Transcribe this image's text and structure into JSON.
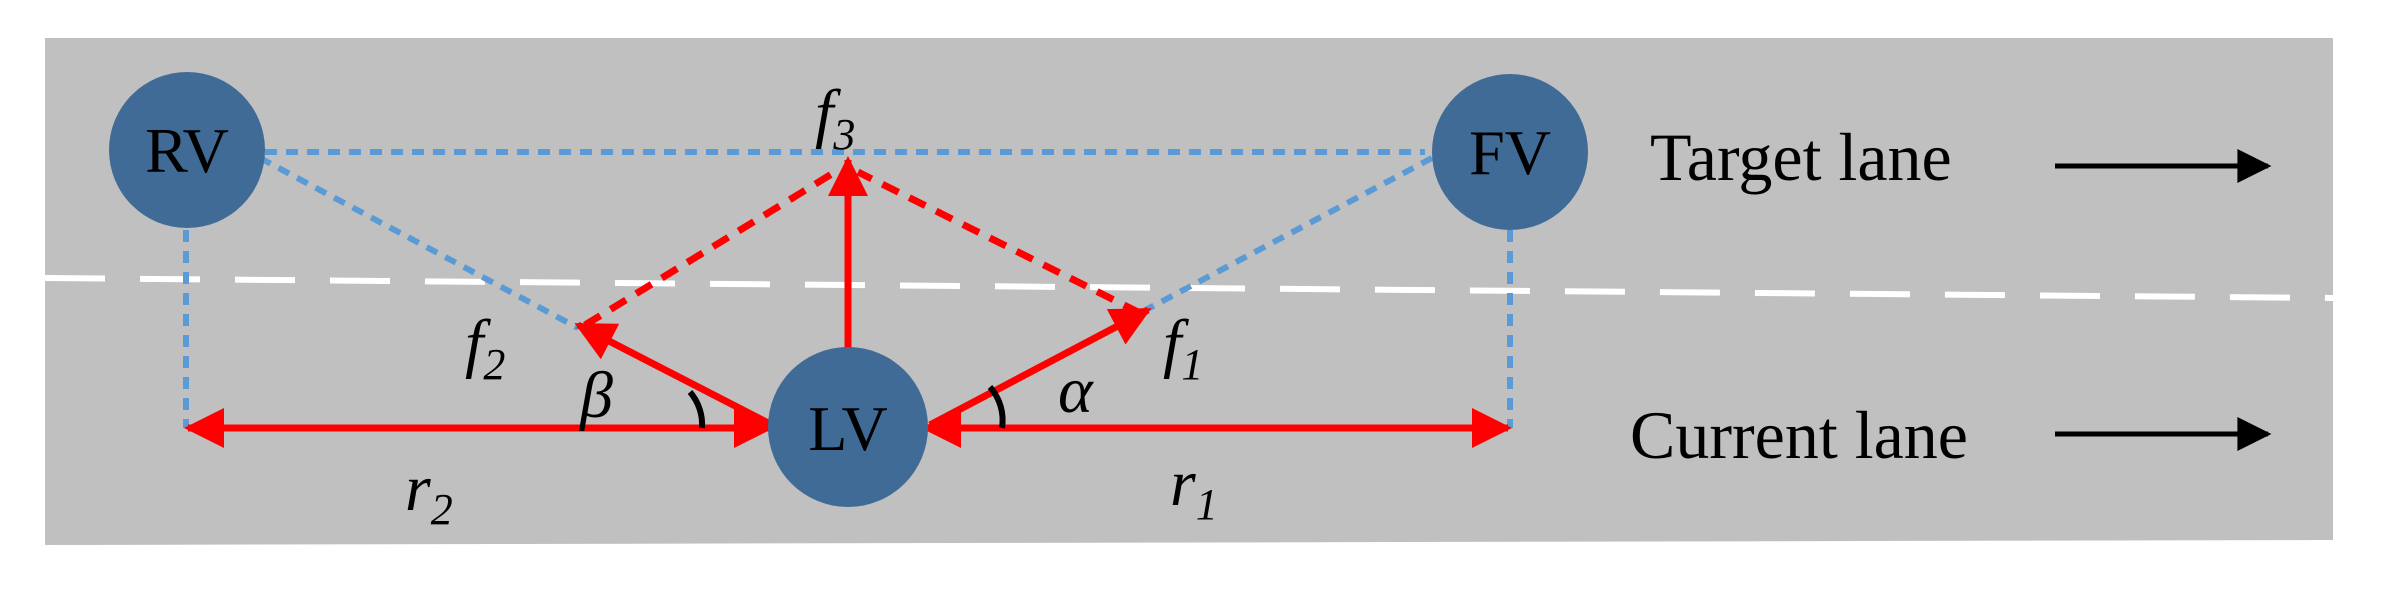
{
  "vehicles": {
    "rv": {
      "label": "RV"
    },
    "fv": {
      "label": "FV"
    },
    "lv": {
      "label": "LV"
    }
  },
  "lanes": {
    "target": {
      "label": "Target lane"
    },
    "current": {
      "label": "Current lane"
    }
  },
  "labels": {
    "f1": {
      "base": "f",
      "sub": "1"
    },
    "f2": {
      "base": "f",
      "sub": "2"
    },
    "f3": {
      "base": "f",
      "sub": "3"
    },
    "r1": {
      "base": "r",
      "sub": "1"
    },
    "r2": {
      "base": "r",
      "sub": "2"
    },
    "alpha": "α",
    "beta": "β"
  },
  "colors": {
    "road": "#c0c0c0",
    "vehicle": "#3f6b96",
    "force": "#ff0000",
    "guide": "#5b9bd5",
    "lane_marking": "#ffffff",
    "text": "#000000"
  }
}
